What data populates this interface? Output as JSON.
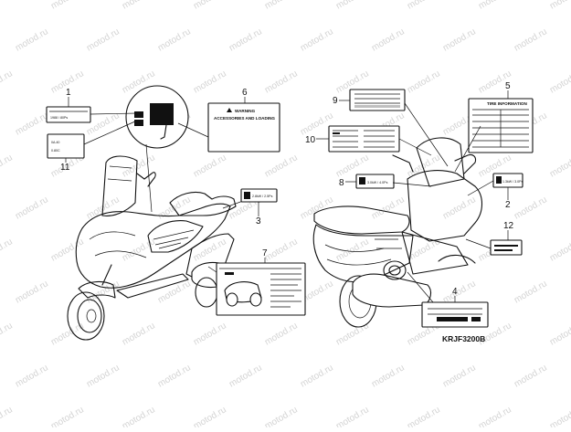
{
  "watermark": {
    "text": "motod.ru"
  },
  "diagram_code": "KRJF3200B",
  "callouts": [
    "1",
    "2",
    "3",
    "4",
    "5",
    "6",
    "7",
    "8",
    "9",
    "10",
    "11",
    "12"
  ],
  "labels": {
    "l1": [
      "1988 / 80Ps"
    ],
    "l11": [
      "0A.40",
      "0.80C"
    ],
    "l6": [
      "WARNING",
      "ACCESSORIES AND LOADING"
    ],
    "l3": [
      "2.8kW / 2.5Ps"
    ],
    "l2": [
      "1.3kW / 3.0Ps"
    ],
    "l8": [
      "3.0kW / 4.0Ps"
    ],
    "l5": [
      "TIRE INFORMATION"
    ]
  }
}
